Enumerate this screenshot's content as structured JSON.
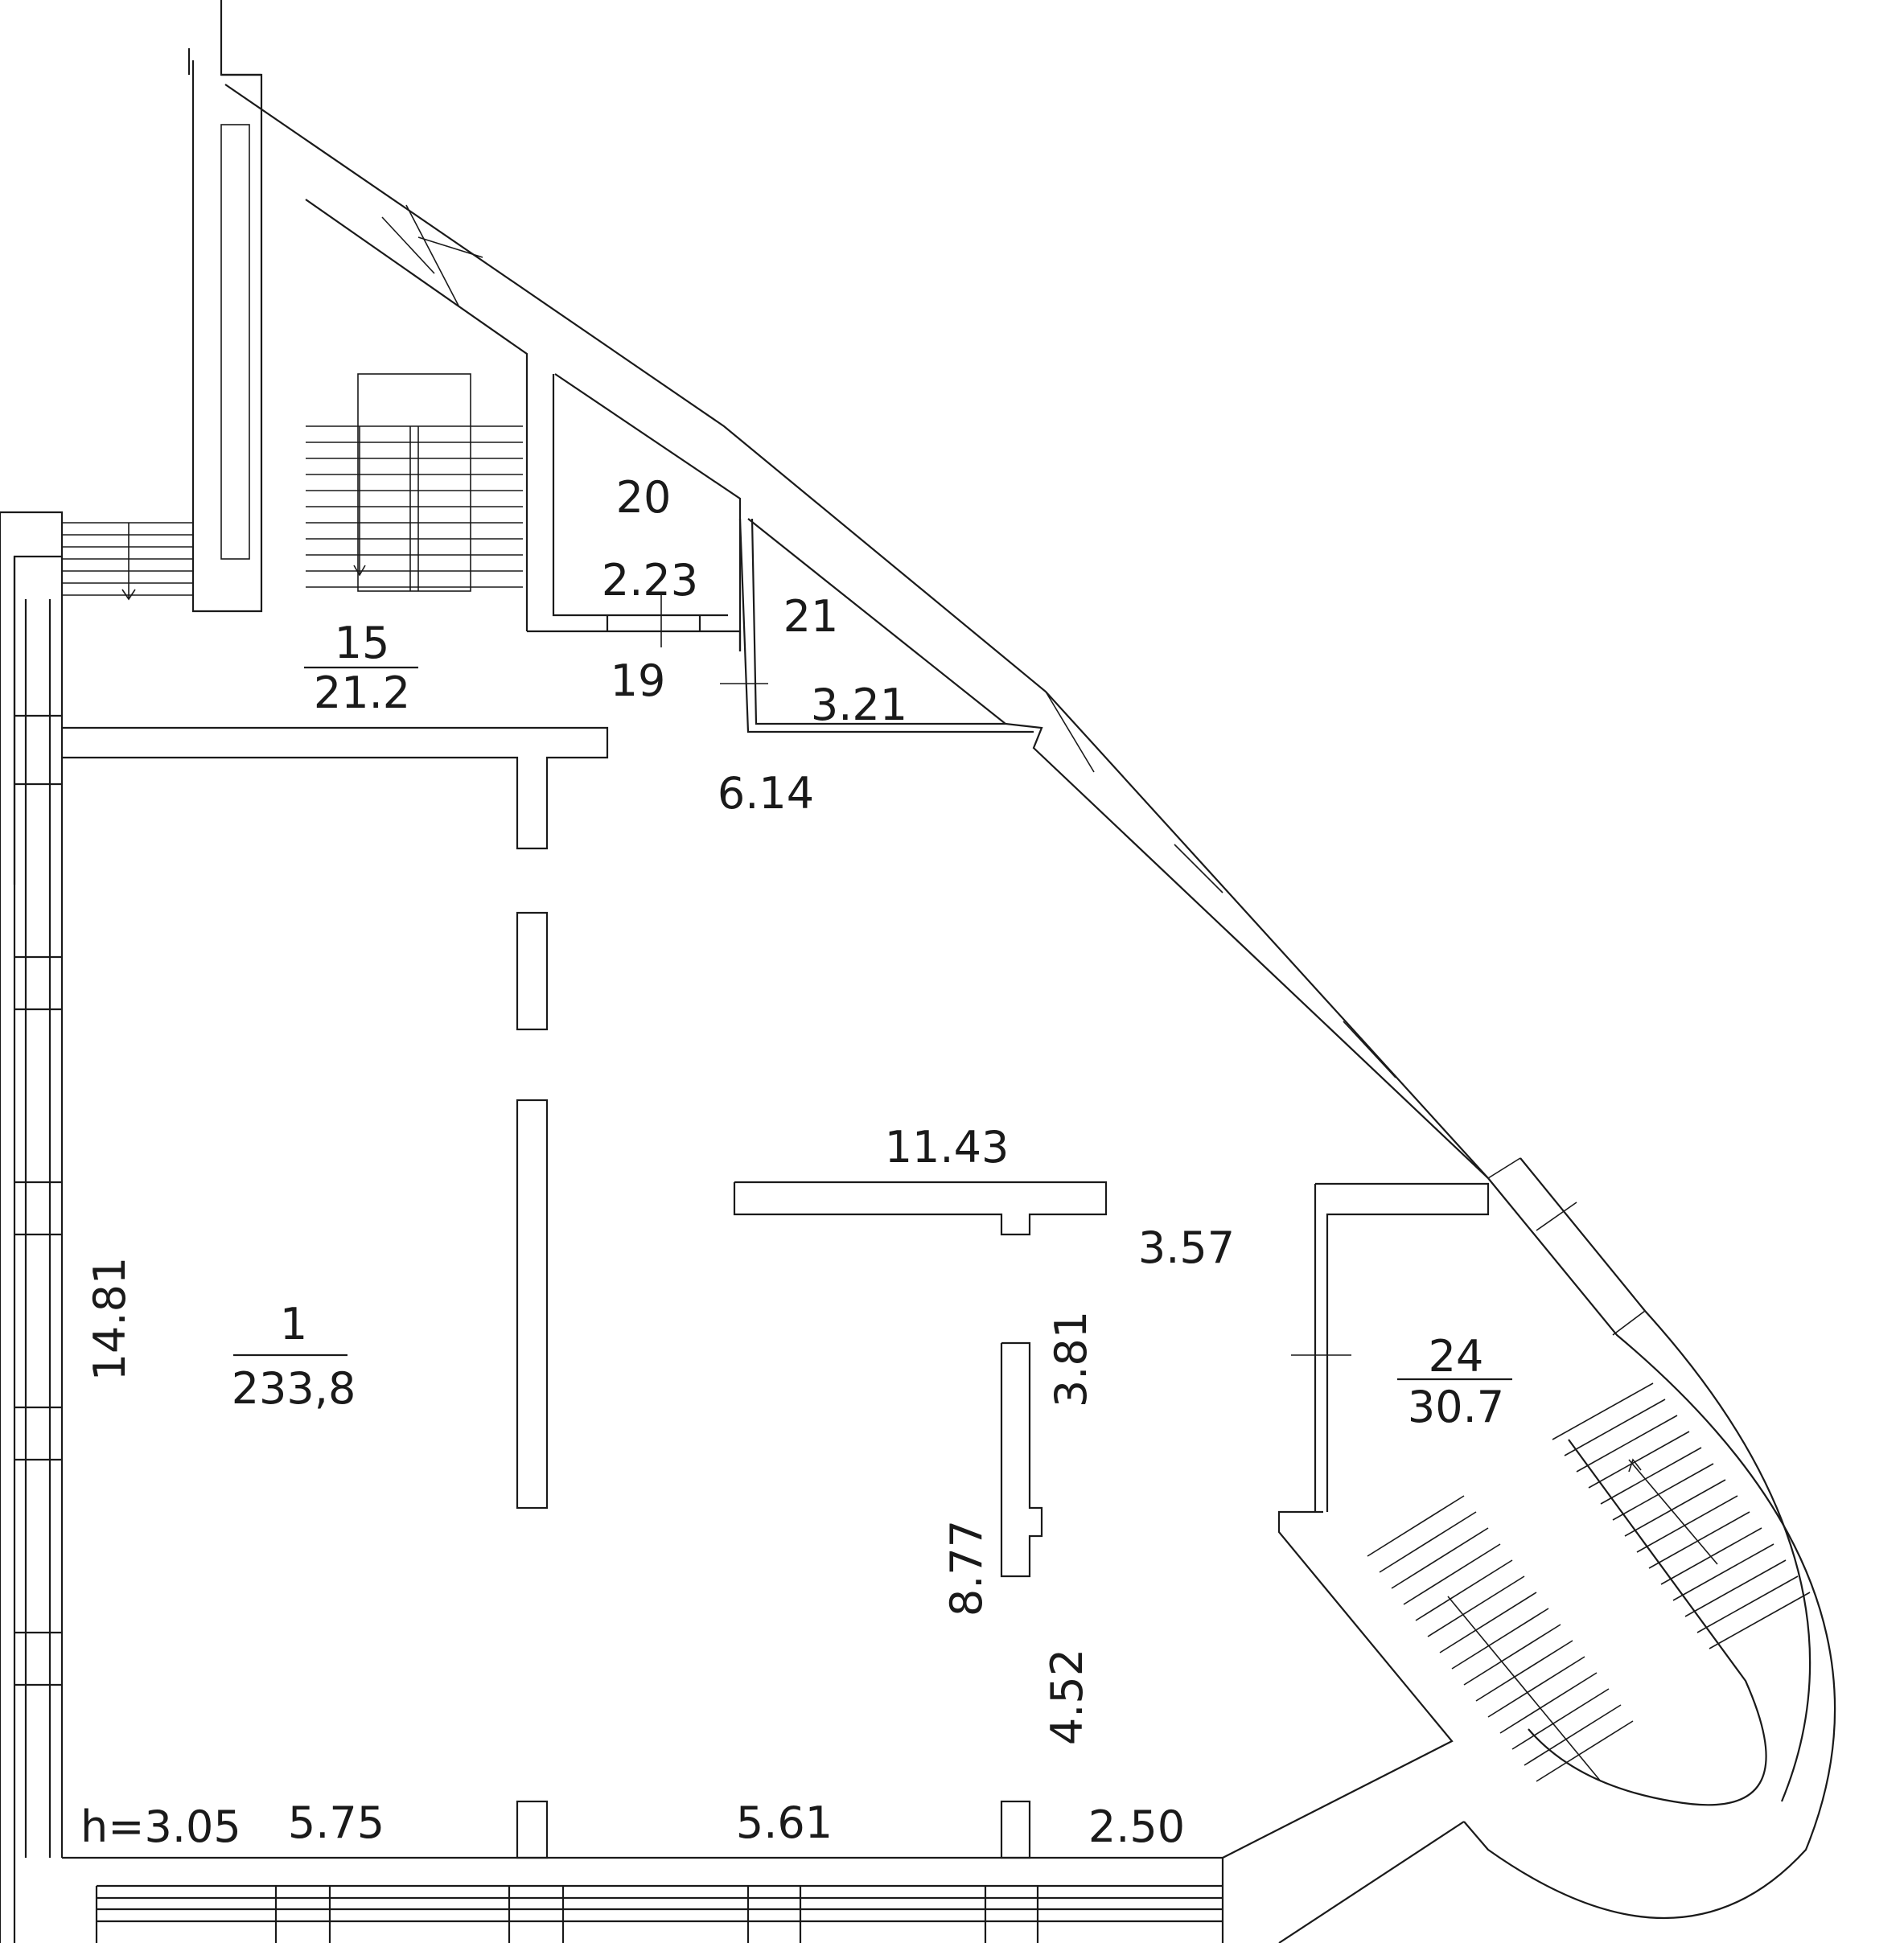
{
  "plan": {
    "rooms": [
      {
        "id": "room-1",
        "number": "1",
        "area": "233,8"
      },
      {
        "id": "room-15",
        "number": "15",
        "area": "21.2"
      },
      {
        "id": "room-19",
        "number": "19"
      },
      {
        "id": "room-20",
        "number": "20"
      },
      {
        "id": "room-21",
        "number": "21"
      },
      {
        "id": "room-24",
        "number": "24",
        "area": "30.7"
      }
    ],
    "dimensions": {
      "d_2_23": "2.23",
      "d_3_21": "3.21",
      "d_6_14": "6.14",
      "d_11_43": "11.43",
      "d_3_57": "3.57",
      "d_3_81": "3.81",
      "d_8_77": "8.77",
      "d_4_52": "4.52",
      "d_14_81": "14.81",
      "d_5_75": "5.75",
      "d_5_61": "5.61",
      "d_2_50": "2.50"
    },
    "ceiling_height": "h=3.05"
  }
}
